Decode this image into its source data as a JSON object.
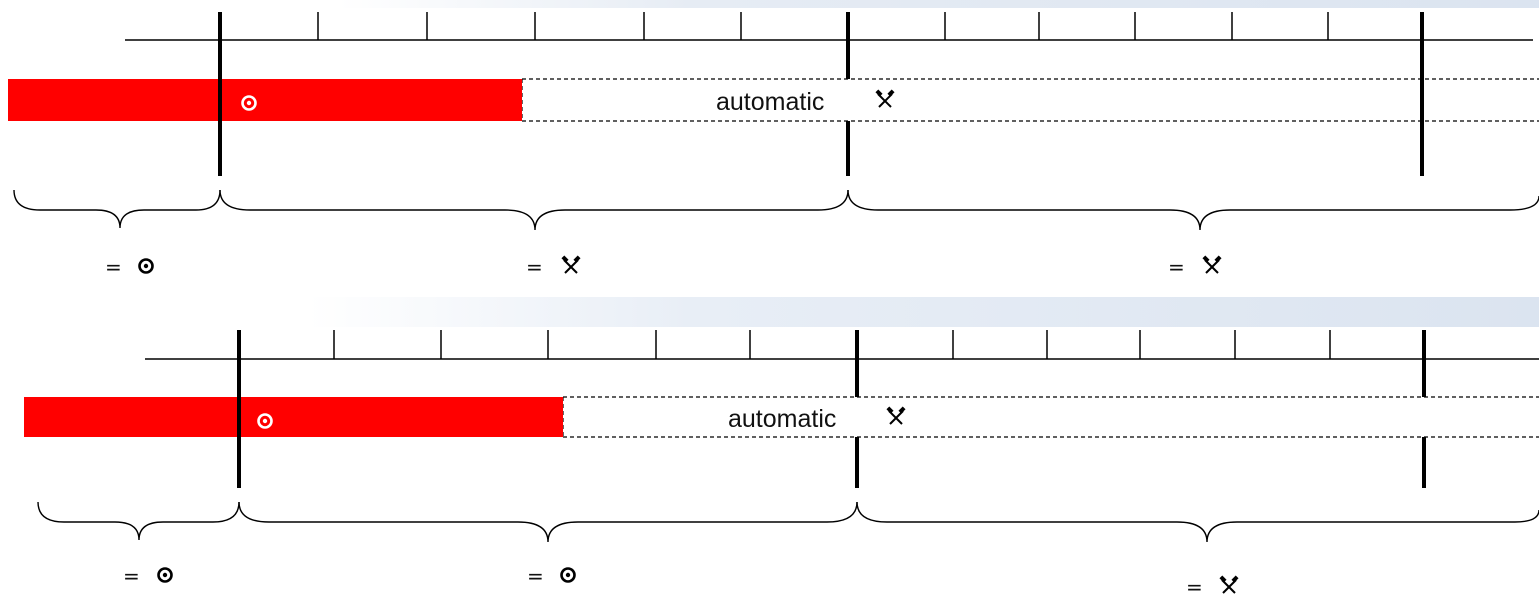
{
  "colors": {
    "bar_fill": "#ff0000",
    "line": "#000000",
    "band": "#dbe4f0"
  },
  "panels": [
    {
      "id": "top",
      "bar_label": "automatic",
      "bar_label_icon": "hammer-icon",
      "bar_icon": "target-icon",
      "legend": [
        {
          "symbol": "=",
          "icon": "target-icon"
        },
        {
          "symbol": "=",
          "icon": "hammer-icon"
        },
        {
          "symbol": "=",
          "icon": "hammer-icon"
        }
      ]
    },
    {
      "id": "bottom",
      "bar_label": "automatic",
      "bar_label_icon": "hammer-icon",
      "bar_icon": "target-icon",
      "legend": [
        {
          "symbol": "=",
          "icon": "target-icon"
        },
        {
          "symbol": "=",
          "icon": "target-icon"
        },
        {
          "symbol": "=",
          "icon": "hammer-icon"
        }
      ]
    }
  ]
}
